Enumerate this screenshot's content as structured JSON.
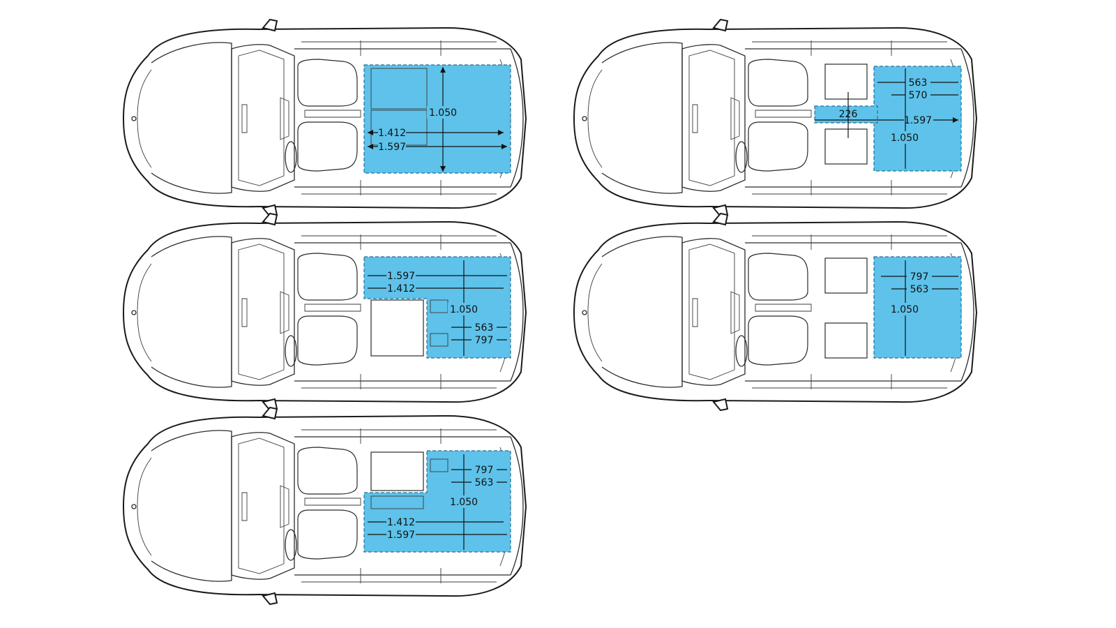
{
  "colors": {
    "cargo_fill": "#5ec2ea",
    "outline": "#1a1a1a",
    "background": "#ffffff"
  },
  "diagrams": [
    {
      "name": "rear-seats-down",
      "labels": {
        "height": "1.050",
        "inner_length": "1.412",
        "outer_length": "1.597"
      }
    },
    {
      "name": "long-object-through-loading",
      "labels": {
        "top_width": "563",
        "mid_width": "570",
        "pass_through": "226",
        "length": "1.597",
        "height": "1.050"
      }
    },
    {
      "name": "split-left-folded",
      "labels": {
        "outer_length": "1.597",
        "inner_length": "1.412",
        "height": "1.050",
        "width_inner": "563",
        "width_outer": "797"
      }
    },
    {
      "name": "all-seats-up",
      "labels": {
        "width_outer": "797",
        "width_inner": "563",
        "height": "1.050"
      }
    },
    {
      "name": "split-right-folded",
      "labels": {
        "width_outer": "797",
        "width_inner": "563",
        "height": "1.050",
        "inner_length": "1.412",
        "outer_length": "1.597"
      }
    }
  ]
}
